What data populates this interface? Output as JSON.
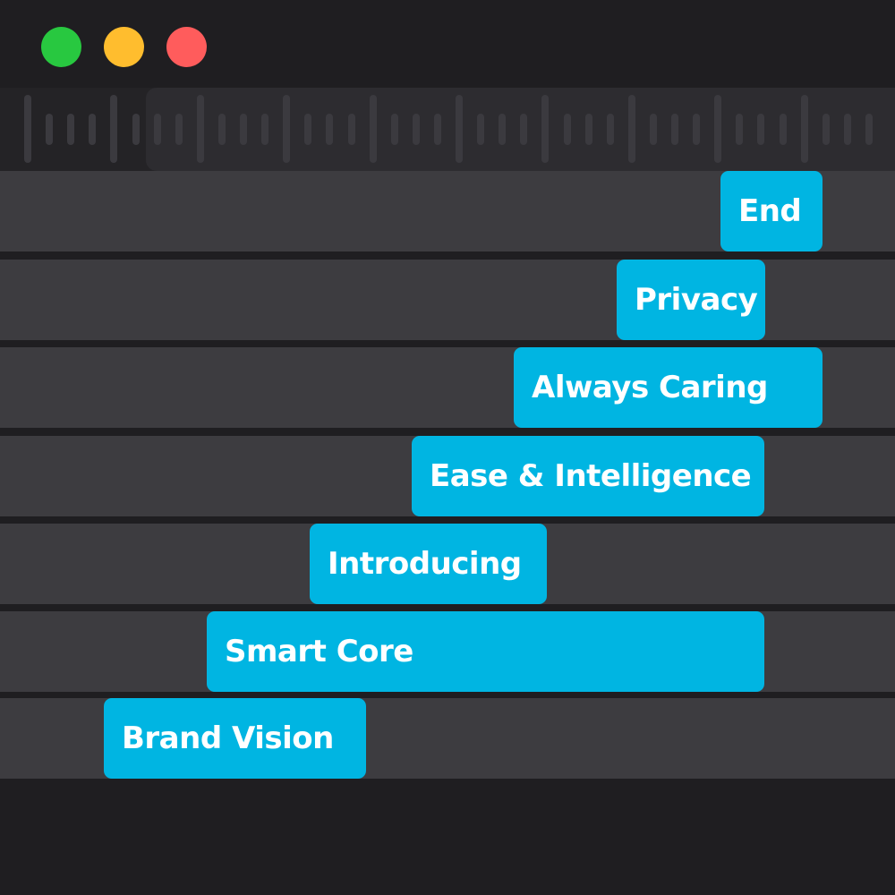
{
  "window_controls": {
    "close_color": "#ff5c5c",
    "minimize_color": "#ffbd2e",
    "maximize_color": "#28c840"
  },
  "clip_color": "#00b5e2",
  "tracks": [
    {
      "label": "End"
    },
    {
      "label": "Privacy"
    },
    {
      "label": "Always Caring"
    },
    {
      "label": "Ease & Intelligence"
    },
    {
      "label": "Introducing"
    },
    {
      "label": "Smart Core"
    },
    {
      "label": "Brand Vision"
    }
  ]
}
